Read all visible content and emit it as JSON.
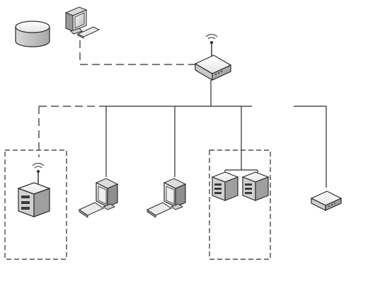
{
  "diagram": {
    "type": "network-topology",
    "colors": {
      "line": "#2a2a2a",
      "device_light": "#f2f2f2",
      "device_mid": "#cfcfcf",
      "device_dark": "#8a8a8a",
      "screen": "#d9d9d9"
    },
    "nodes": [
      {
        "id": "database",
        "icon": "database-icon"
      },
      {
        "id": "admin-workstation",
        "icon": "workstation-icon"
      },
      {
        "id": "wireless-router",
        "icon": "wireless-router-icon"
      },
      {
        "id": "wireless-server",
        "icon": "server-antenna-icon"
      },
      {
        "id": "workstation-1",
        "icon": "workstation-icon"
      },
      {
        "id": "workstation-2",
        "icon": "workstation-icon"
      },
      {
        "id": "server-1",
        "icon": "server-icon"
      },
      {
        "id": "server-2",
        "icon": "server-icon"
      },
      {
        "id": "network-switch",
        "icon": "switch-icon"
      }
    ],
    "links": [
      {
        "from": "admin-workstation",
        "to": "wireless-router",
        "style": "dashed"
      },
      {
        "from": "wireless-router",
        "to": "backbone",
        "style": "solid"
      },
      {
        "from": "backbone",
        "to": "wireless-server",
        "style": "dashed"
      },
      {
        "from": "backbone",
        "to": "workstation-1",
        "style": "solid"
      },
      {
        "from": "backbone",
        "to": "workstation-2",
        "style": "solid"
      },
      {
        "from": "backbone",
        "to": "server-group",
        "style": "solid"
      },
      {
        "from": "backbone",
        "to": "network-switch",
        "style": "solid"
      }
    ],
    "groups": [
      {
        "id": "wireless-server-group",
        "members": [
          "wireless-server"
        ],
        "style": "dashed"
      },
      {
        "id": "server-group",
        "members": [
          "server-1",
          "server-2"
        ],
        "style": "dashed"
      }
    ]
  }
}
